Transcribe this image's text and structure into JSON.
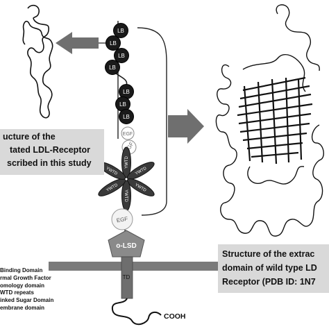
{
  "domains": {
    "lb": [
      "LB",
      "LB",
      "LB",
      "LB",
      "LB",
      "LB",
      "LB"
    ],
    "egf_upper": [
      "EGF",
      "EGF"
    ],
    "ywtd": [
      "YWTD",
      "YWTD",
      "YWTD",
      "YWTD",
      "YWTD",
      "YWTD"
    ],
    "egf_lower": "EGF",
    "olsd": "o-LSD",
    "tmd": "TD",
    "cooh": "COOH"
  },
  "left_caption": [
    "ucture of the",
    "tated LDL-Receptor",
    "scribed in this study"
  ],
  "right_caption": [
    "Structure of the extrac",
    "domain of wild type LD",
    "Receptor (PDB ID: 1N7"
  ],
  "legend": [
    "Binding Domain",
    "rmal Growth Factor",
    "omology domain",
    "WTD repeats",
    "inked Sugar Domain",
    "embrane domain"
  ],
  "colors": {
    "lb_fill": "#1a1a1a",
    "arrow_fill": "#6f6f6f",
    "membrane": "#7a7a7a",
    "caption_bg": "#d9d9d9"
  }
}
